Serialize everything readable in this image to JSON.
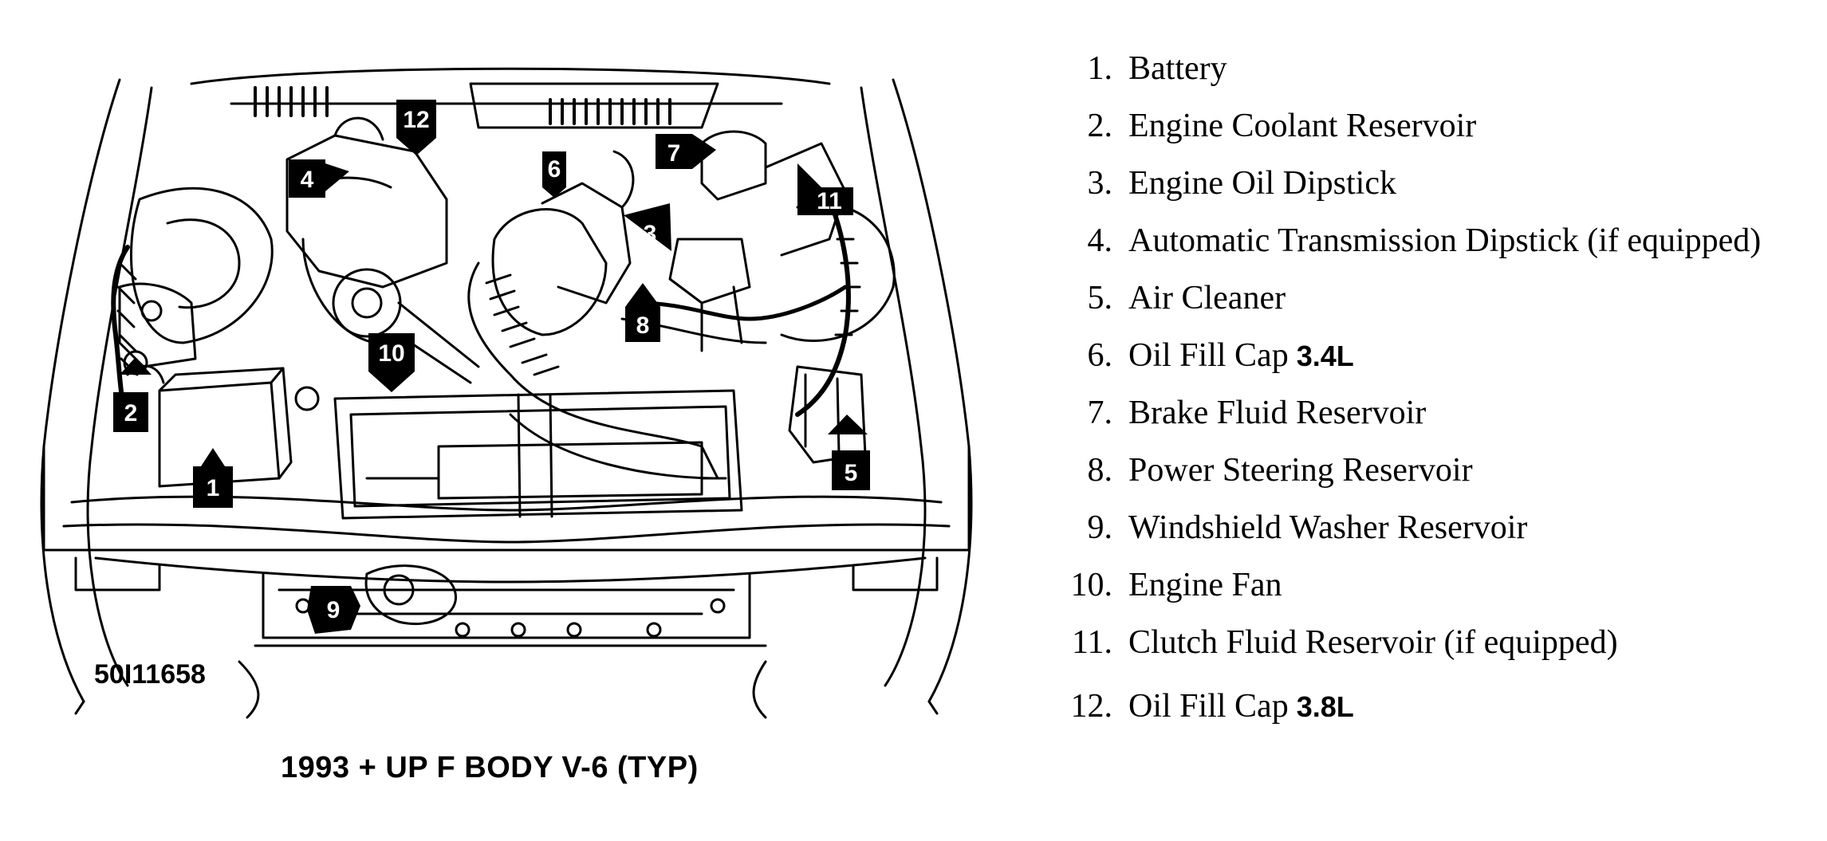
{
  "figure_id": "50I11658",
  "caption": "1993 + UP  F BODY V-6 (TYP)",
  "callouts": [
    "1",
    "2",
    "3",
    "4",
    "5",
    "6",
    "7",
    "8",
    "9",
    "10",
    "11",
    "12"
  ],
  "legend": [
    {
      "num": "1.",
      "label": "Battery",
      "suffix": ""
    },
    {
      "num": "2.",
      "label": "Engine Coolant Reservoir",
      "suffix": ""
    },
    {
      "num": "3.",
      "label": "Engine Oil Dipstick",
      "suffix": ""
    },
    {
      "num": "4.",
      "label": "Automatic Transmission Dipstick (if equipped)",
      "suffix": ""
    },
    {
      "num": "5.",
      "label": "Air Cleaner",
      "suffix": ""
    },
    {
      "num": "6.",
      "label": "Oil Fill Cap",
      "suffix": "3.4L"
    },
    {
      "num": "7.",
      "label": "Brake Fluid Reservoir",
      "suffix": ""
    },
    {
      "num": "8.",
      "label": "Power Steering Reservoir",
      "suffix": ""
    },
    {
      "num": "9.",
      "label": "Windshield Washer Reservoir",
      "suffix": ""
    },
    {
      "num": "10.",
      "label": "Engine Fan",
      "suffix": ""
    },
    {
      "num": "11.",
      "label": "Clutch Fluid Reservoir (if equipped)",
      "suffix": ""
    },
    {
      "num": "12.",
      "label": "Oil Fill Cap",
      "suffix": "3.8L"
    }
  ]
}
